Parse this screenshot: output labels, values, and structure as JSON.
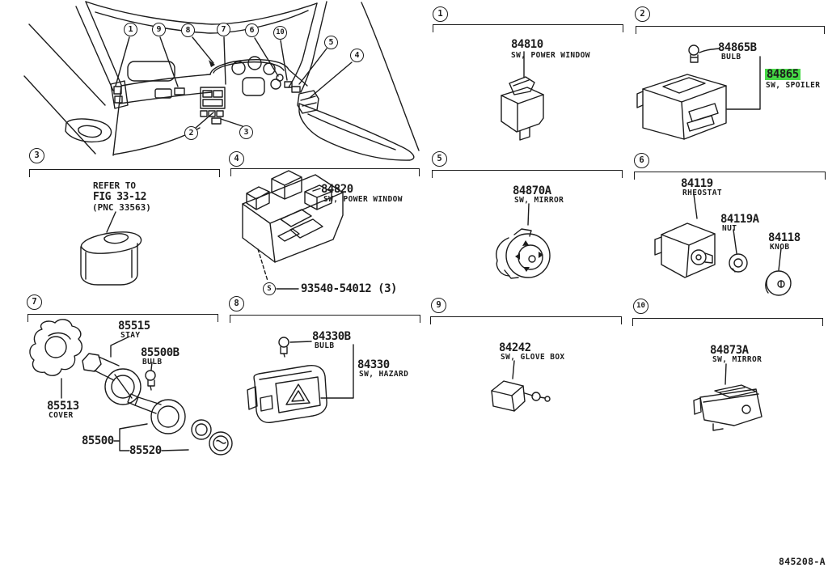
{
  "colors": {
    "highlight": "#46d846",
    "ink": "#1c1c1c",
    "paper": "#ffffff"
  },
  "footer": {
    "code": "845208-A"
  },
  "dashboard": {
    "callouts": [
      {
        "n": "1"
      },
      {
        "n": "9"
      },
      {
        "n": "8"
      },
      {
        "n": "7"
      },
      {
        "n": "6"
      },
      {
        "n": "10"
      },
      {
        "n": "5"
      },
      {
        "n": "4"
      },
      {
        "n": "2"
      },
      {
        "n": "3"
      }
    ]
  },
  "sections": [
    {
      "num": "1",
      "parts": [
        {
          "number": "84810",
          "desc": "SW, POWER WINDOW"
        }
      ]
    },
    {
      "num": "2",
      "parts": [
        {
          "number": "84865B",
          "desc": "BULB"
        },
        {
          "number": "84865",
          "desc": "SW, SPOILER",
          "highlighted": true
        }
      ]
    },
    {
      "num": "3",
      "note": [
        "REFER TO",
        "FIG 33-12",
        "(PNC 33563)"
      ]
    },
    {
      "num": "4",
      "parts": [
        {
          "number": "84820",
          "desc": "SW, POWER WINDOW"
        }
      ],
      "fastener": {
        "symbol": "S",
        "number": "93540-54012 (3)"
      }
    },
    {
      "num": "5",
      "parts": [
        {
          "number": "84870A",
          "desc": "SW, MIRROR"
        }
      ]
    },
    {
      "num": "6",
      "parts": [
        {
          "number": "84119",
          "desc": "RHEOSTAT"
        },
        {
          "number": "84119A",
          "desc": "NUT"
        },
        {
          "number": "84118",
          "desc": "KNOB"
        }
      ]
    },
    {
      "num": "7",
      "parts": [
        {
          "number": "85515",
          "desc": "STAY"
        },
        {
          "number": "85500B",
          "desc": "BULB"
        },
        {
          "number": "85513",
          "desc": "COVER"
        },
        {
          "number": "85500",
          "desc": ""
        },
        {
          "number": "85520",
          "desc": ""
        }
      ]
    },
    {
      "num": "8",
      "parts": [
        {
          "number": "84330B",
          "desc": "BULB"
        },
        {
          "number": "84330",
          "desc": "SW, HAZARD"
        }
      ]
    },
    {
      "num": "9",
      "parts": [
        {
          "number": "84242",
          "desc": "SW, GLOVE BOX"
        }
      ]
    },
    {
      "num": "10",
      "parts": [
        {
          "number": "84873A",
          "desc": "SW, MIRROR"
        }
      ]
    }
  ]
}
